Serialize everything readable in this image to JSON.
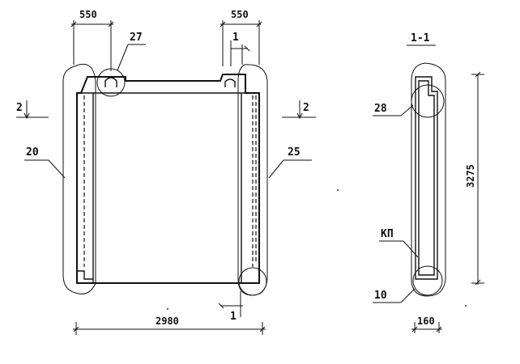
{
  "labels": {
    "dim_top_left": "550",
    "dim_top_right": "550",
    "detail_27": "27",
    "section_mark_top": "1",
    "section_mark_bottom": "1",
    "section_2_left": "2",
    "section_2_right": "2",
    "callout_20": "20",
    "callout_25": "25",
    "dim_width": "2980",
    "section_title": "1-1",
    "callout_28": "28",
    "dim_height": "3275",
    "callout_kp": "КП",
    "callout_10": "10",
    "dim_thickness": "160"
  }
}
